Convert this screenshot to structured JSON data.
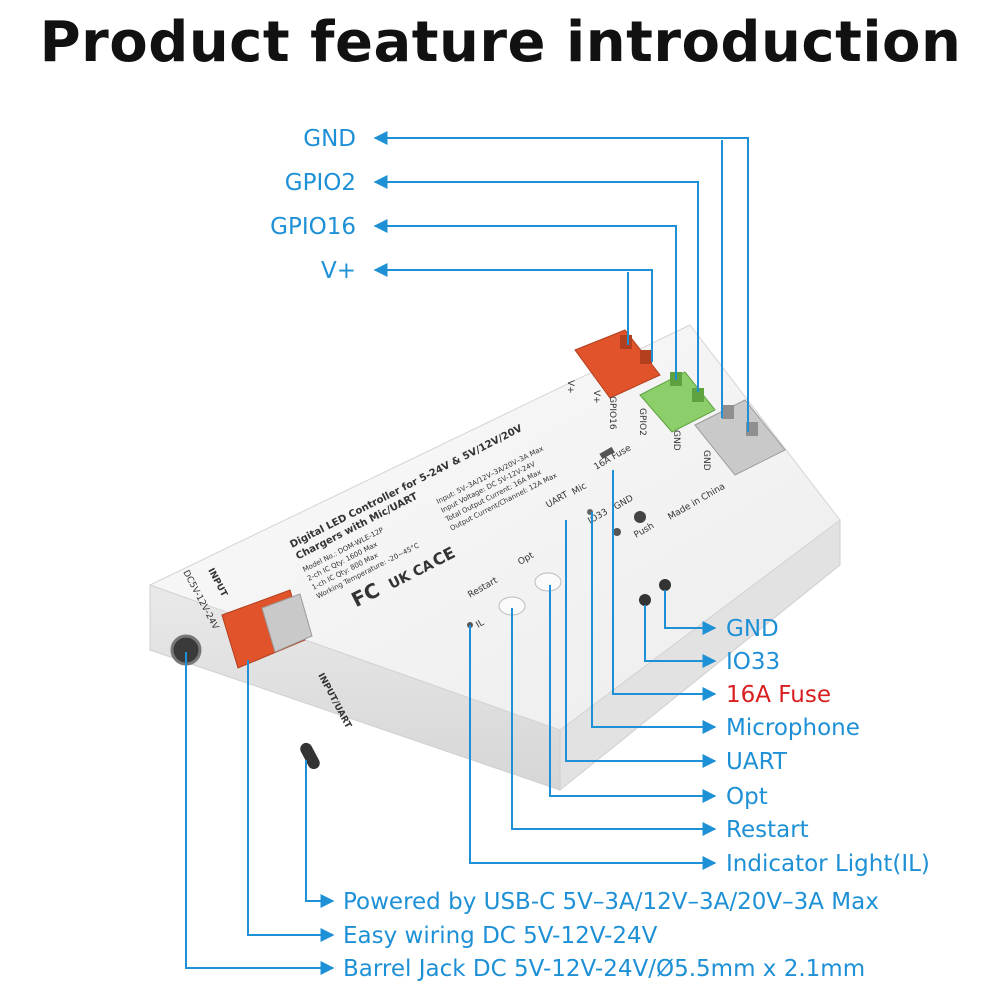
{
  "title": "Product feature introduction",
  "top_labels": [
    {
      "text": "GND"
    },
    {
      "text": "GPIO2"
    },
    {
      "text": "GPIO16"
    },
    {
      "text": "V+"
    }
  ],
  "right_labels": [
    {
      "text": "GND"
    },
    {
      "text": "IO33"
    },
    {
      "text": "16A Fuse",
      "highlight": true
    },
    {
      "text": "Microphone"
    },
    {
      "text": "UART"
    },
    {
      "text": "Opt"
    },
    {
      "text": "Restart"
    },
    {
      "text": "Indicator Light(IL)"
    }
  ],
  "bottom_labels": [
    {
      "text": "Powered by USB-C 5V–3A/12V–3A/20V–3A Max"
    },
    {
      "text": "Easy wiring DC 5V-12V-24V"
    },
    {
      "text": "Barrel Jack DC 5V-12V-24V/Ø5.5mm x 2.1mm"
    }
  ],
  "device": {
    "model_line1": "Digital LED Controller for 5-24V & 5V/12V/20V",
    "model_line2": "Chargers with Mic/UART",
    "specs": [
      "Model No.: DOM-WLE-12P",
      "2-ch IC Qty: 1600 Max",
      "1-ch IC Qty: 800 Max",
      "Working Temperature: -20~45°C"
    ],
    "input_specs": [
      "Input: 5V–3A/12V–3A/20V–3A Max",
      "Input Voltage: DC 5V-12V-24V",
      "Total Output Current: 16A Max",
      "Output Current/Channel: 12A Max"
    ],
    "terminal_labels": [
      "V+",
      "V+",
      "GPIO16",
      "GPIO2",
      "GND",
      "GND"
    ],
    "fuse_text": "16A Fuse",
    "made_in": "Made in China",
    "input_label": "INPUT",
    "input_voltage": "DC5V-12V-24V",
    "usb_label": "INPUT/UART",
    "opt_label": "Opt",
    "restart_label": "Restart",
    "il_label": "IL",
    "push_label": "Push",
    "io33_label": "IO33",
    "gnd_label": "GND",
    "uart_label": "UART",
    "mic_label": "Mic",
    "cert_fc": "FC",
    "cert_ukca": "UK CA",
    "cert_ce": "CE"
  },
  "colors": {
    "label_blue": "#1e90d6",
    "highlight_red": "#d81e1e",
    "terminal_orange": "#e0532b",
    "terminal_green": "#8ccf6a",
    "terminal_gray": "#c9c9c9",
    "device_body": "#f4f4f4"
  }
}
